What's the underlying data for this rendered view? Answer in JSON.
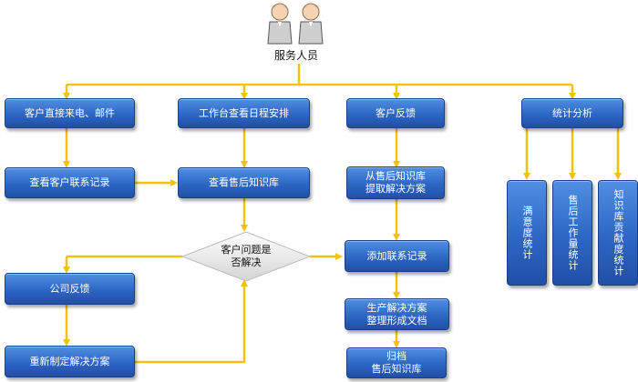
{
  "colors": {
    "box": "#2d66c4",
    "arrow": "#f2c20f",
    "diamond": "#e4e4e4"
  },
  "staff": {
    "icon": "two-people-icon",
    "label": "服务人员"
  },
  "nodes": {
    "n1": "客户直接来电、邮件",
    "n2": "工作台查看日程安排",
    "n3": "客户反馈",
    "n4": "统计分析",
    "n5": "查看客户联系记录",
    "n6": "查看售后知识库",
    "n7": "从售后知识库\n提取解决方案",
    "decision": "客户问题是\n否解决",
    "n8": "添加联系记录",
    "n9": "公司反馈",
    "n10": "生产解决方案\n整理形成文档",
    "n11": "重新制定解决方案",
    "n12": "归档\n售后知识库",
    "stat1": "满意度统计",
    "stat2": "售后工作量统计",
    "stat3": "知识库贡献度统计"
  }
}
